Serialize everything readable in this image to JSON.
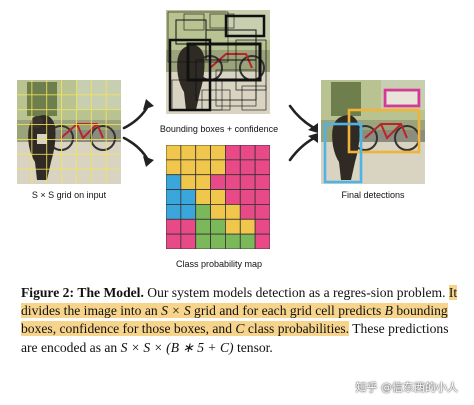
{
  "panels": {
    "input": {
      "caption": "S × S grid on input"
    },
    "boxes": {
      "caption": "Bounding boxes + confidence"
    },
    "class_map": {
      "caption": "Class probability map"
    },
    "final": {
      "caption": "Final detections"
    }
  },
  "class_map_cells": [
    [
      "y",
      "y",
      "y",
      "y",
      "m",
      "m",
      "m"
    ],
    [
      "y",
      "y",
      "y",
      "y",
      "m",
      "m",
      "m"
    ],
    [
      "c",
      "y",
      "y",
      "m",
      "m",
      "m",
      "m"
    ],
    [
      "c",
      "c",
      "y",
      "y",
      "m",
      "m",
      "m"
    ],
    [
      "c",
      "c",
      "g",
      "y",
      "y",
      "m",
      "m"
    ],
    [
      "m",
      "m",
      "g",
      "g",
      "y",
      "y",
      "m"
    ],
    [
      "m",
      "m",
      "g",
      "g",
      "g",
      "g",
      "m"
    ]
  ],
  "class_colors": {
    "y": "#f0c64c",
    "m": "#e74a86",
    "c": "#3aa6dc",
    "g": "#7ab85a"
  },
  "detection_colors": {
    "bicycle": "#f2b33a",
    "dog": "#4fb3e6",
    "car": "#d9359c"
  },
  "caption": {
    "label": "Figure 2:",
    "title": "The Model.",
    "text1": " Our system models detection as a regres-sion problem. ",
    "highlight1": "It divides the image into an ",
    "math1": "S × S",
    "highlight2": " grid and for each grid cell predicts ",
    "math2": "B",
    "highlight3": " bounding boxes, confidence for those boxes, and ",
    "math3": "C",
    "highlight4": " class probabilities.",
    "text2": " These predictions are encoded as an ",
    "math4": "S × S × (B ∗ 5 + C)",
    "text3": " tensor."
  },
  "watermark": "知乎 @信东西的小人"
}
